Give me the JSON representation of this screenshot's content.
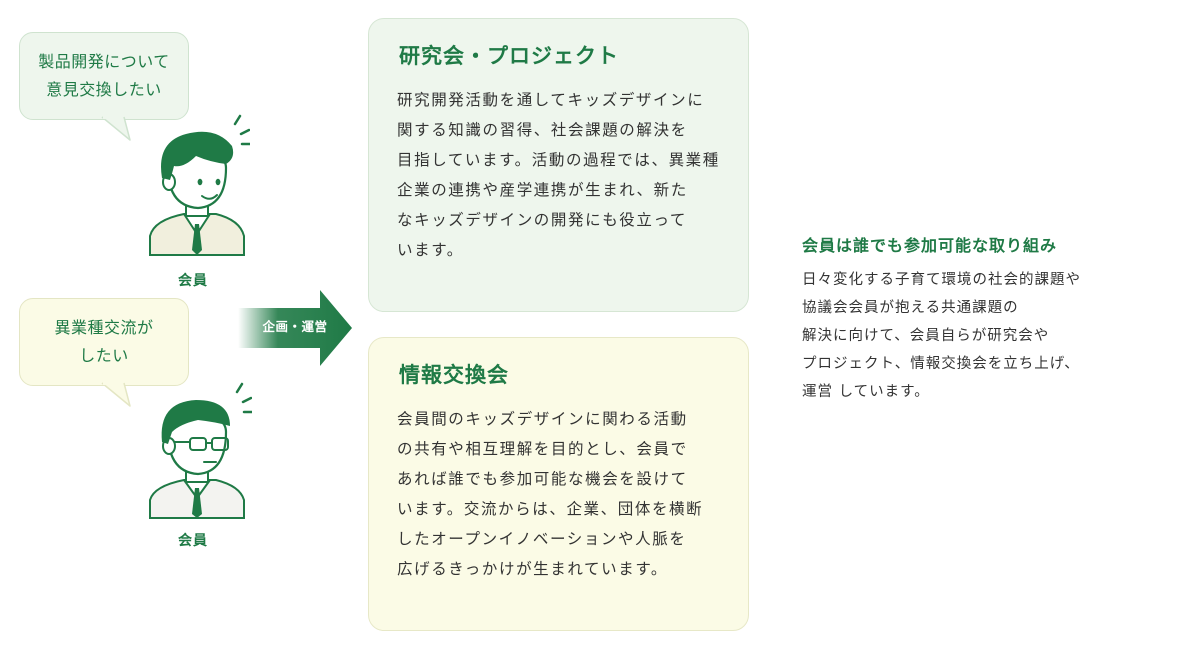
{
  "members": {
    "member1": {
      "bubble_lines": [
        "製品開発について",
        "意見交換したい"
      ],
      "label": "会員"
    },
    "member2": {
      "bubble_lines": [
        "異業種交流が",
        "したい"
      ],
      "label": "会員"
    }
  },
  "arrow": {
    "label": "企画・運営"
  },
  "cards": {
    "research": {
      "title": "研究会・プロジェクト",
      "lines": [
        "研究開発活動を通してキッズデザインに",
        "関する知識の習得、社会課題の解決を",
        "目指しています。活動の過程では、異業種",
        "企業の連携や産学連携が生まれ、新た",
        "なキッズデザインの開発にも役立って",
        "います。"
      ]
    },
    "exchange": {
      "title": "情報交換会",
      "lines": [
        "会員間のキッズデザインに関わる活動",
        "の共有や相互理解を目的とし、会員で",
        "あれば誰でも参加可能な機会を設けて",
        "います。交流からは、企業、団体を横断",
        "したオープンイノベーションや人脈を",
        "広げるきっかけが生まれています。"
      ]
    }
  },
  "side": {
    "title": "会員は誰でも参加可能な取り組み",
    "lines": [
      "日々変化する子育て環境の社会的課題や",
      "協議会会員が抱える共通課題の",
      "解決に向けて、会員自らが研究会や",
      "プロジェクト、情報交換会を立ち上げ、",
      "運営 しています。"
    ]
  },
  "colors": {
    "accent_green": "#1f7a46",
    "card_green_bg": "#eef6ed",
    "card_yellow_bg": "#fbfbe6"
  }
}
